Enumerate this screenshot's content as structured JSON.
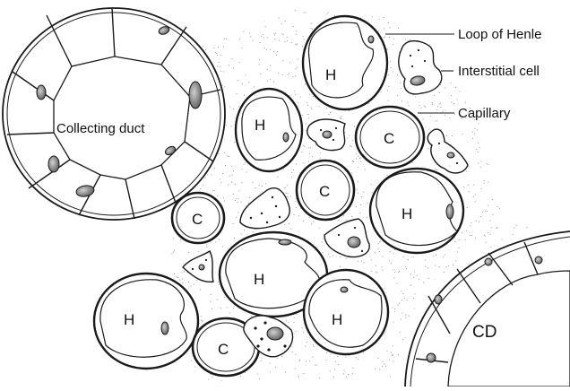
{
  "labels": {
    "collecting_duct": "Collecting duct",
    "loop_of_henle": "Loop of Henle",
    "interstitial_cell": "Interstitial cell",
    "capillary": "Capillary",
    "cd": "CD"
  },
  "tubule_letters": {
    "henle": "H",
    "capillary": "C"
  },
  "colors": {
    "ink": "#1a1a1a",
    "stipple": "#8a8a8a",
    "nucleus": "#9a9a9a",
    "background": "#ffffff"
  }
}
